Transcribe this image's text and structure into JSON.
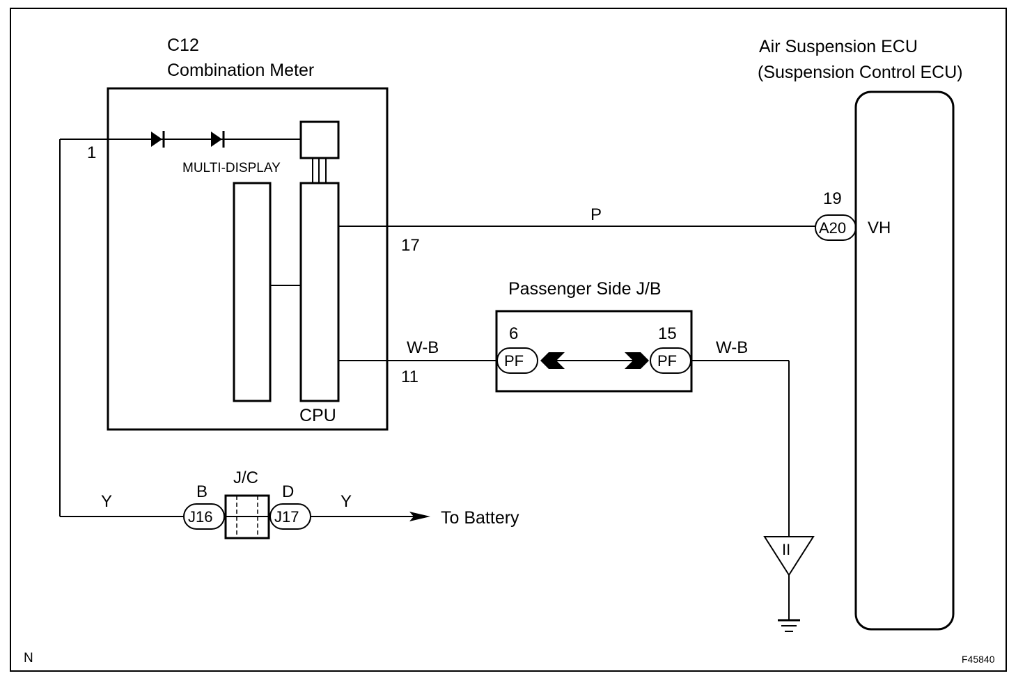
{
  "meter": {
    "code": "C12",
    "name": "Combination Meter",
    "multi_display": "MULTI-DISPLAY",
    "cpu": "CPU",
    "pin_1": "1",
    "pin_17": "17",
    "pin_11": "11"
  },
  "ecu": {
    "name_line1": "Air Suspension ECU",
    "name_line2": "(Suspension Control ECU)",
    "pin_19": "19",
    "connector": "A20",
    "terminal": "VH"
  },
  "jb": {
    "name": "Passenger Side J/B",
    "pin_6": "6",
    "pin_15": "15",
    "connector_left": "PF",
    "connector_right": "PF"
  },
  "jc": {
    "name": "J/C",
    "pin_b": "B",
    "pin_d": "D",
    "connector_left": "J16",
    "connector_right": "J17"
  },
  "wires": {
    "p_color": "P",
    "wb_left": "W-B",
    "wb_right": "W-B",
    "y_left": "Y",
    "y_right": "Y"
  },
  "ground": {
    "label": "II"
  },
  "to_battery": "To Battery",
  "corner_note": "N",
  "figure_id": "F45840"
}
